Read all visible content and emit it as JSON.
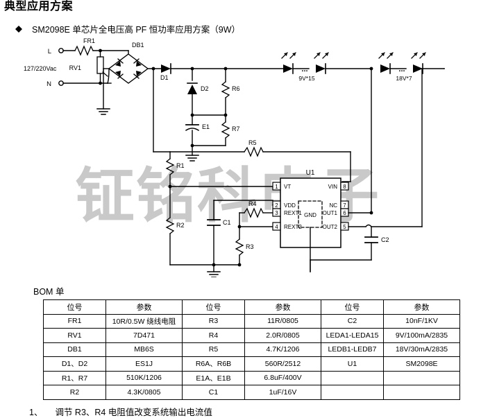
{
  "header": {
    "section_title": "典型应用方案",
    "bullet_marker": "diamond-bullet",
    "bullet_text": "SM2098E 单芯片全电压高 PF 恒功率应用方案（9W）"
  },
  "watermark": {
    "text": "钲铭科电子",
    "color": "#c9c9c9"
  },
  "schematic": {
    "input": {
      "line_terminal": "L",
      "neutral_terminal": "N",
      "source_label": "127/220Vac",
      "fuse_resistor": "FR1",
      "varistor": "RV1",
      "bridge": "DB1"
    },
    "components": {
      "d1": "D1",
      "d2": "D2",
      "e1": "E1",
      "r6": "R6",
      "r7": "R7",
      "r5": "R5",
      "r1": "R1",
      "r2": "R2",
      "r3": "R3",
      "r4": "R4",
      "c1": "C1",
      "c2": "C2"
    },
    "led_strings": [
      {
        "name": "led-string-a",
        "label": "9V*15"
      },
      {
        "name": "led-string-b",
        "label": "18V*7"
      }
    ],
    "ic": {
      "designator": "U1",
      "center_label": "GND",
      "left_pins": [
        {
          "number": "1",
          "name": "VT"
        },
        {
          "number": "2",
          "name": "VDD"
        },
        {
          "number": "3",
          "name": "REXT1"
        },
        {
          "number": "4",
          "name": "REXT2"
        }
      ],
      "right_pins": [
        {
          "number": "8",
          "name": "VIN"
        },
        {
          "number": "7",
          "name": "NC"
        },
        {
          "number": "6",
          "name": "OUT1"
        },
        {
          "number": "5",
          "name": "OUT2"
        }
      ]
    },
    "ellipsis": "..."
  },
  "bom": {
    "title": "BOM 单",
    "headers": [
      "位号",
      "参数",
      "位号",
      "参数",
      "位号",
      "参数"
    ],
    "rows": [
      [
        "FR1",
        "10R/0.5W 绕线电阻",
        "R3",
        "11R/0805",
        "C2",
        "10nF/1KV"
      ],
      [
        "RV1",
        "7D471",
        "R4",
        "2.0R/0805",
        "LEDA1-LEDA15",
        "9V/100mA/2835"
      ],
      [
        "DB1",
        "MB6S",
        "R5",
        "4.7K/1206",
        "LEDB1-LEDB7",
        "18V/30mA/2835"
      ],
      [
        "D1、D2",
        "ES1J",
        "R6A、R6B",
        "560R/2512",
        "U1",
        "SM2098E"
      ],
      [
        "R1、R7",
        "510K/1206",
        "E1A、E1B",
        "6.8uF/400V",
        "",
        ""
      ],
      [
        "R2",
        "4.3K/0805",
        "C1",
        "1uF/16V",
        "",
        ""
      ]
    ]
  },
  "footer": {
    "note_number": "1、",
    "note_text": "调节 R3、R4 电阻值改变系统输出电流值"
  }
}
